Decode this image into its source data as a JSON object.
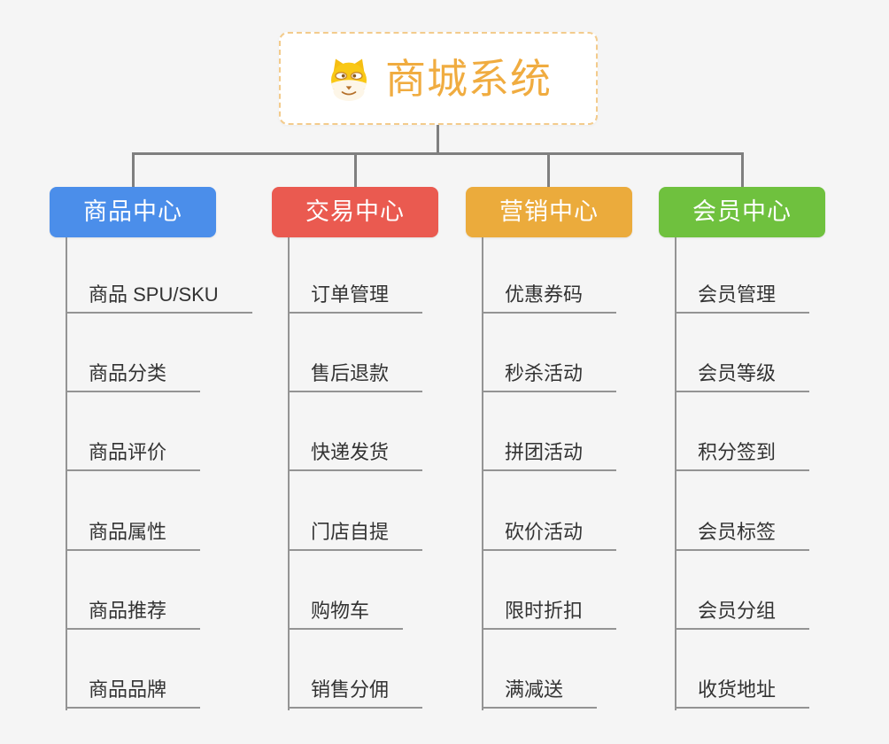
{
  "root": {
    "title": "商城系统",
    "icon": "dog-face-icon"
  },
  "branches": [
    {
      "label": "商品中心",
      "color": "#4b8eea",
      "children": [
        "商品 SPU/SKU",
        "商品分类",
        "商品评价",
        "商品属性",
        "商品推荐",
        "商品品牌"
      ]
    },
    {
      "label": "交易中心",
      "color": "#ea5a50",
      "children": [
        "订单管理",
        "售后退款",
        "快递发货",
        "门店自提",
        "购物车",
        "销售分佣"
      ]
    },
    {
      "label": "营销中心",
      "color": "#ebab3c",
      "children": [
        "优惠券码",
        "秒杀活动",
        "拼团活动",
        "砍价活动",
        "限时折扣",
        "满减送"
      ]
    },
    {
      "label": "会员中心",
      "color": "#6fc13e",
      "children": [
        "会员管理",
        "会员等级",
        "积分签到",
        "会员标签",
        "会员分组",
        "收货地址"
      ]
    }
  ],
  "colors": {
    "background": "#f5f5f5",
    "connector": "#7f7f7f",
    "child_line": "#949494",
    "root_accent": "#f0ac40",
    "root_border": "#f3cb8c"
  }
}
